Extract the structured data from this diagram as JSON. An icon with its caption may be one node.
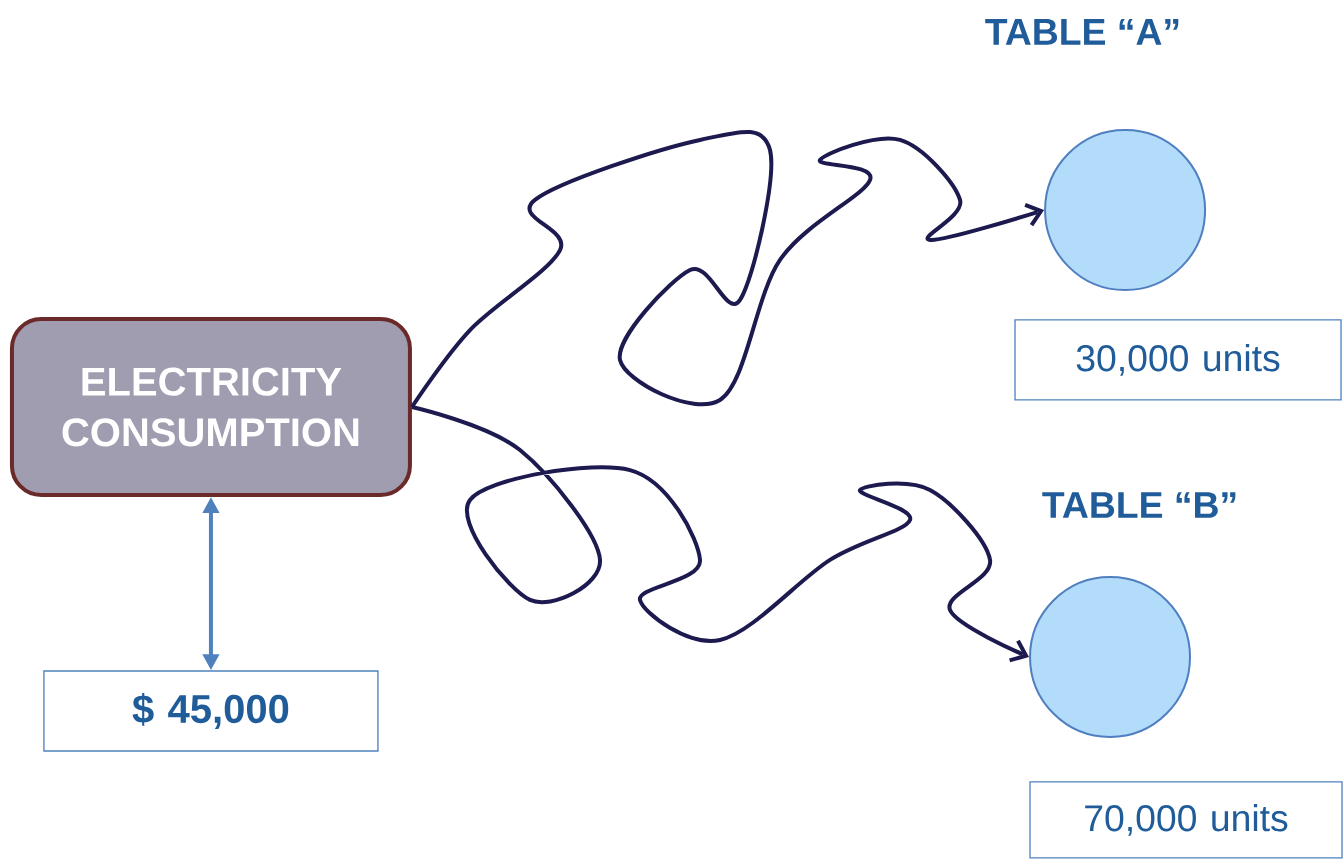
{
  "diagram": {
    "nodes": [
      {
        "text": [
          "ELECTRICITY CONSUMPTION"
        ]
      },
      {
        "text": [
          "$ 45,000"
        ]
      },
      {
        "text": [],
        "shape": "circle"
      },
      {
        "text": [
          "30,000 units"
        ]
      },
      {
        "text": [],
        "shape": "circle"
      },
      {
        "text": [
          "70,000 units"
        ]
      }
    ],
    "edges": [
      {
        "from": 0,
        "to": 1,
        "arrow": "both",
        "color": "#4f81bd"
      },
      {
        "from": 0,
        "to": 2,
        "arrow": "to"
      },
      {
        "from": 0,
        "to": 4,
        "arrow": "to"
      }
    ],
    "labels": [
      "TABLE “A”",
      "TABLE “B”"
    ]
  }
}
